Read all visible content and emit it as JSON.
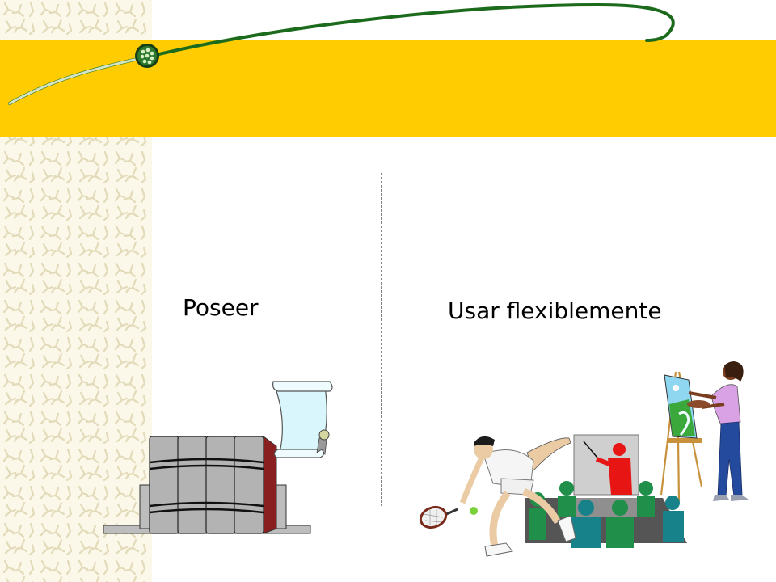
{
  "slide": {
    "left_heading": "Poseer",
    "right_heading": "Usar flexiblemente"
  },
  "colors": {
    "banner": "#fecc00",
    "swoosh": "#1c6b1c",
    "pattern_background": "#fbf8ea",
    "pattern_figures": "#e2dab8",
    "divider": "#333333"
  },
  "illustrations": {
    "left": [
      "books",
      "diploma-scroll"
    ],
    "right": [
      "tennis-player",
      "presenter-with-audience",
      "painter-at-easel"
    ]
  }
}
